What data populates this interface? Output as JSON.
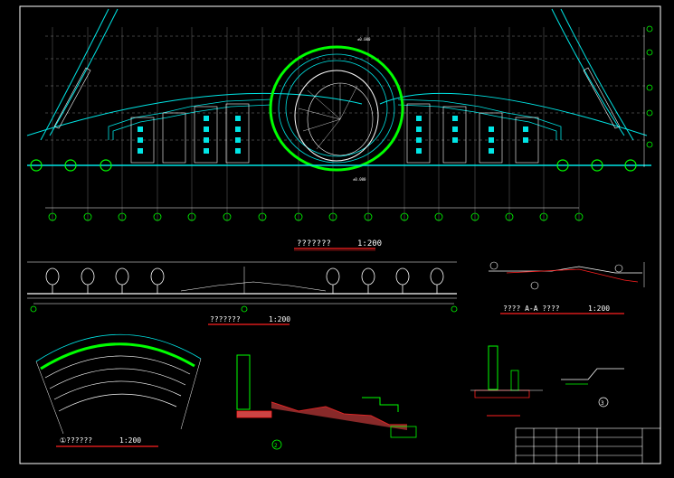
{
  "titles": {
    "plan": "???????",
    "plan_scale": "1:200",
    "elevation": "???????",
    "elevation_scale": "1:200",
    "section": "???? A-A ????",
    "section_scale": "1:200",
    "detail1": "①??????",
    "detail1_scale": "1:200"
  },
  "callouts": {
    "c2": "2",
    "c3": "3"
  },
  "plan_labels": {
    "left_ring_bottom": "±0.000",
    "ring_top": "±0.000"
  },
  "colors": {
    "paper": "#000000",
    "frame": "#ffffff",
    "cyan": "#00e5e5",
    "green": "#00ff00",
    "red": "#ff2020",
    "yellow": "#ffff00",
    "grid": "#808080"
  }
}
